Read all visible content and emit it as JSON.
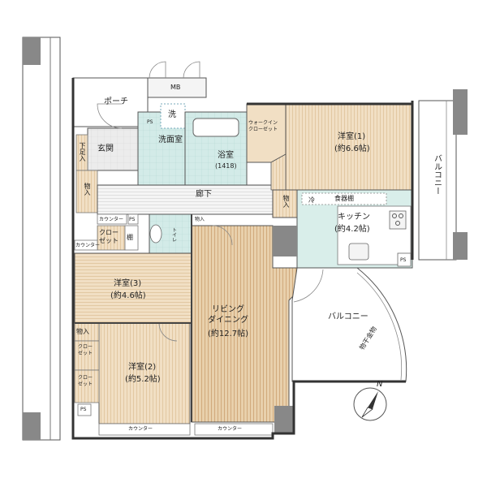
{
  "rooms": {
    "porch": "ポーチ",
    "mb": "MB",
    "ps_top": "PS",
    "wash": "洗",
    "washroom": "洗面室",
    "bath": "浴室",
    "bath_size": "(1418)",
    "entrance": "玄関",
    "shoebox": "下足入",
    "storage_left": "物入",
    "hallway": "廊下",
    "walkin": "ウォークイン\nクローゼット",
    "western1": "洋室(1)",
    "western1_size": "(約6.6帖)",
    "storage_mid": "物入",
    "storage_small": "物入",
    "fridge": "冷",
    "cupboard": "食器棚",
    "kitchen": "キッチン",
    "kitchen_size": "(約4.2帖)",
    "ps_kitchen": "PS",
    "balcony_right": "バルコニー",
    "counter_top": "カウンター",
    "ps_mid": "PS",
    "toilet": "トイレ",
    "counter_small": "カウンター",
    "closet": "クロー\nゼット",
    "shelf": "棚",
    "western3": "洋室(3)",
    "western3_size": "(約4.6帖)",
    "living": "リビング\nダイニング",
    "living_size": "(約12.7帖)",
    "balcony_curve": "バルコニー",
    "drying_rack": "物干金物",
    "storage_bottom": "物入",
    "closet_a": "クロー\nゼット",
    "closet_b": "クロー\nゼット",
    "western2": "洋室(2)",
    "western2_size": "(約5.2帖)",
    "ps_bottom": "PS",
    "counter_bottom_left": "カウンター",
    "counter_bottom_right": "カウンター",
    "north": "N"
  }
}
